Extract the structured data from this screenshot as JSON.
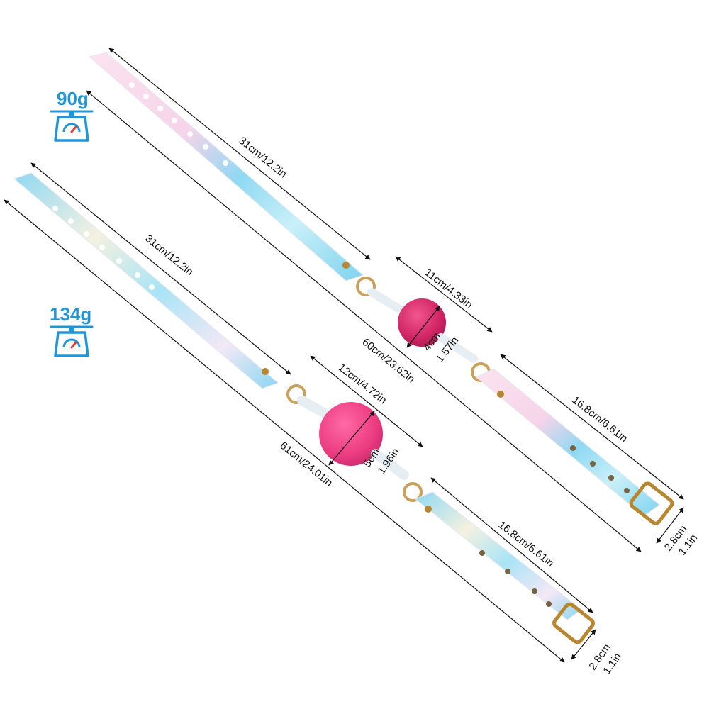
{
  "weights": {
    "top": "90g",
    "bottom": "134g"
  },
  "icons": {
    "scale": "weighing-scale-icon"
  },
  "top_gag": {
    "long_strap": "31cm/12.2in",
    "ring_to_strap": "11cm/4.33in",
    "ball_dia_cm": "4cm",
    "ball_dia_in": "1.57in",
    "total_length": "60cm/23.62in",
    "short_strap": "16.8cm/6.61in",
    "width_cm": "2.8cm",
    "width_in": "1.1in"
  },
  "bottom_gag": {
    "long_strap": "31cm/12.2in",
    "ring_to_strap": "12cm/4.72in",
    "ball_dia_cm": "5cm",
    "ball_dia_in": "1.96in",
    "total_length": "61cm/24.01in",
    "short_strap": "16.8cm/6.61in",
    "width_cm": "2.8cm",
    "width_in": "1.1in"
  },
  "colors": {
    "accent": "#2196d6",
    "ball_top": "#e0306a",
    "ball_bottom": "#f2468a",
    "strap_blue": "#7fd3f0",
    "strap_pink": "#f8d3e6",
    "buckle_gold": "#b8862e"
  }
}
